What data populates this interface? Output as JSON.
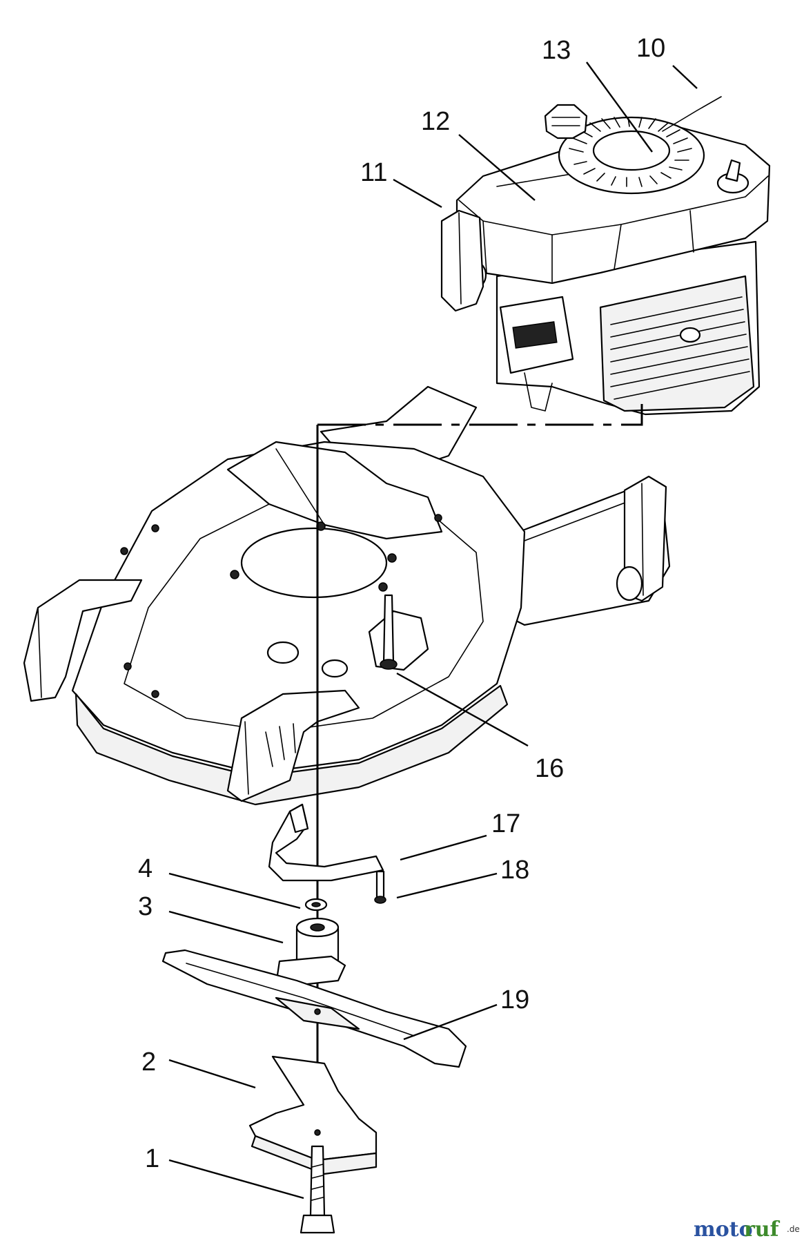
{
  "callouts": {
    "c1": "1",
    "c2": "2",
    "c3": "3",
    "c4": "4",
    "c10": "10",
    "c11": "11",
    "c12": "12",
    "c13": "13",
    "c16": "16",
    "c17": "17",
    "c18": "18",
    "c19": "19"
  },
  "watermark": {
    "part_a": "moto",
    "part_b": "ruf",
    "suffix": ".de"
  },
  "colors": {
    "line": "#000000",
    "background": "#ffffff",
    "watermark_blue": "#2a52a0",
    "watermark_green": "#3d8a2b"
  }
}
